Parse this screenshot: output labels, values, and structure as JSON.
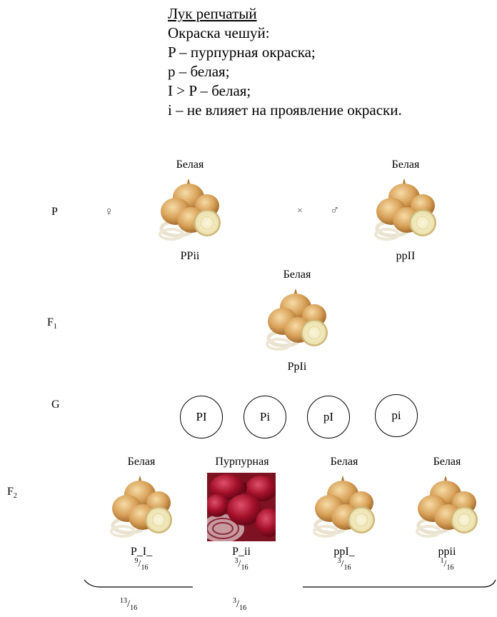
{
  "legend": {
    "title": "Лук репчатый",
    "lines": [
      "Окраска чешуй:",
      "P – пурпурная окраска;",
      "p – белая;",
      "I > P – белая;",
      "i – не влияет на проявление окраски."
    ]
  },
  "rows": {
    "p": "P",
    "f1_main": "F",
    "f1_sub": "1",
    "g": "G",
    "f2_main": "F",
    "f2_sub": "2"
  },
  "parents": {
    "female_symbol": "♀",
    "cross": "×",
    "male_symbol": "♂",
    "female": {
      "phenotype": "Белая",
      "genotype": "PPii"
    },
    "male": {
      "phenotype": "Белая",
      "genotype": "ppII"
    }
  },
  "f1": {
    "phenotype": "Белая",
    "genotype": "PpIi"
  },
  "gametes": [
    "PI",
    "Pi",
    "pI",
    "pi"
  ],
  "f2": [
    {
      "phenotype": "Белая",
      "genotype": "P_I_",
      "num": "9",
      "den": "16",
      "color": "white"
    },
    {
      "phenotype": "Пурпурная",
      "genotype": "P_ii",
      "num": "3",
      "den": "16",
      "color": "purple"
    },
    {
      "phenotype": "Белая",
      "genotype": "ppI_",
      "num": "3",
      "den": "16",
      "color": "white"
    },
    {
      "phenotype": "Белая",
      "genotype": "ppii",
      "num": "1",
      "den": "16",
      "color": "white"
    }
  ],
  "totals": [
    {
      "num": "13",
      "den": "16"
    },
    {
      "num": "3",
      "den": "16"
    }
  ],
  "colors": {
    "white_onion": "#d9a25a",
    "purple_onion": "#a3102a"
  }
}
